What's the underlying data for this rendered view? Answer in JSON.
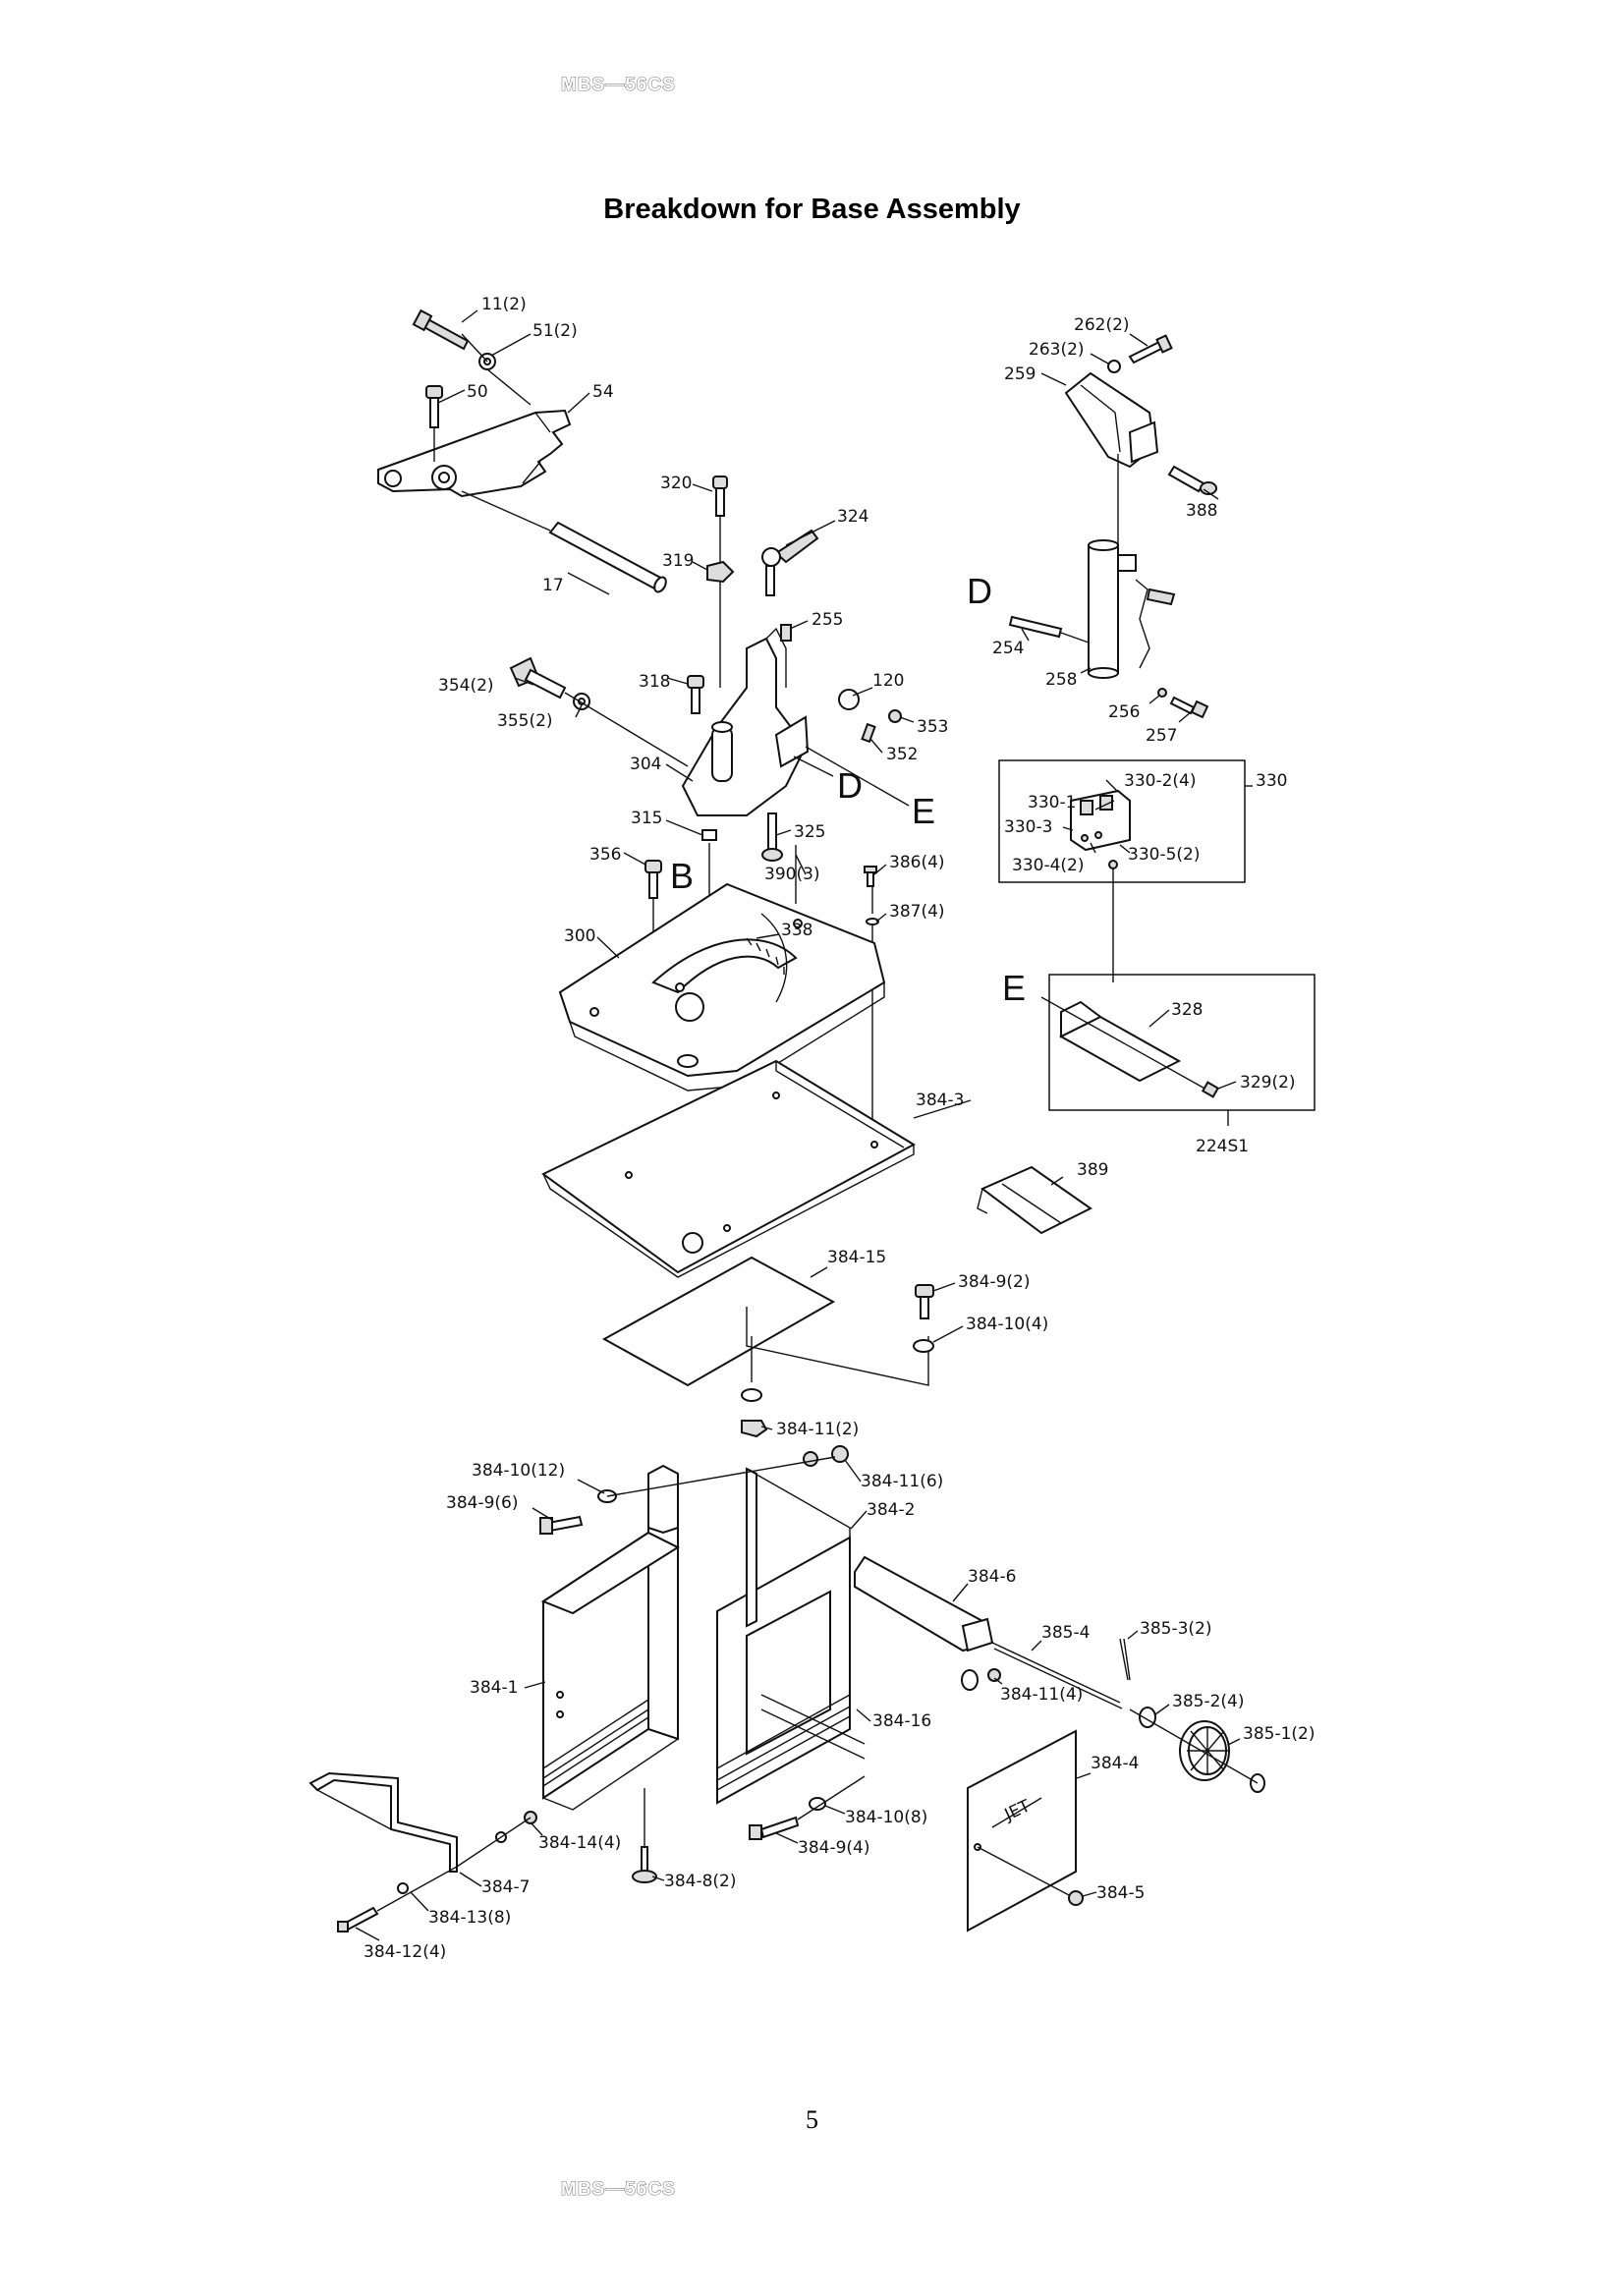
{
  "document": {
    "model_tag": "MBS—56CS",
    "title": "Breakdown for Base Assembly",
    "page_number": "5"
  },
  "parts": {
    "p11": "11(2)",
    "p51": "51(2)",
    "p50": "50",
    "p54": "54",
    "p17": "17",
    "p320": "320",
    "p324": "324",
    "p319": "319",
    "p255": "255",
    "p120": "120",
    "p318": "318",
    "p353": "353",
    "p354": "354(2)",
    "p355": "355(2)",
    "p352": "352",
    "p304": "304",
    "pD": "D",
    "pE": "E",
    "p315": "315",
    "p325": "325",
    "p356": "356",
    "pB": "B",
    "p390": "390(3)",
    "p386": "386(4)",
    "p387": "387(4)",
    "p300": "300",
    "p338": "338",
    "p262": "262(2)",
    "p263": "263(2)",
    "p259": "259",
    "p388": "388",
    "pD2": "D",
    "p254": "254",
    "p258": "258",
    "p256": "256",
    "p257": "257",
    "p330_1": "330-1",
    "p330_2": "330-2(4)",
    "p330": "330",
    "p330_3": "330-3",
    "p330_4": "330-4(2)",
    "p330_5": "330-5(2)",
    "pE2": "E",
    "p328": "328",
    "p329": "329(2)",
    "p224S1": "224S1",
    "p384_3": "384-3",
    "p389": "389",
    "p384_15": "384-15",
    "p384_9a": "384-9(2)",
    "p384_10a": "384-10(4)",
    "p384_11a": "384-11(2)",
    "p384_10b": "384-10(12)",
    "p384_9b": "384-9(6)",
    "p384_11b": "384-11(6)",
    "p384_2": "384-2",
    "p384_6": "384-6",
    "p385_4": "385-4",
    "p385_3": "385-3(2)",
    "p384_1": "384-1",
    "p384_11c": "384-11(4)",
    "p385_2": "385-2(4)",
    "p384_16": "384-16",
    "p385_1": "385-1(2)",
    "p384_4": "384-4",
    "pJET": "JET",
    "p384_10c": "384-10(8)",
    "p384_14": "384-14(4)",
    "p384_9c": "384-9(4)",
    "p384_7": "384-7",
    "p384_8": "384-8(2)",
    "p384_5": "384-5",
    "p384_13": "384-13(8)",
    "p384_12": "384-12(4)"
  }
}
